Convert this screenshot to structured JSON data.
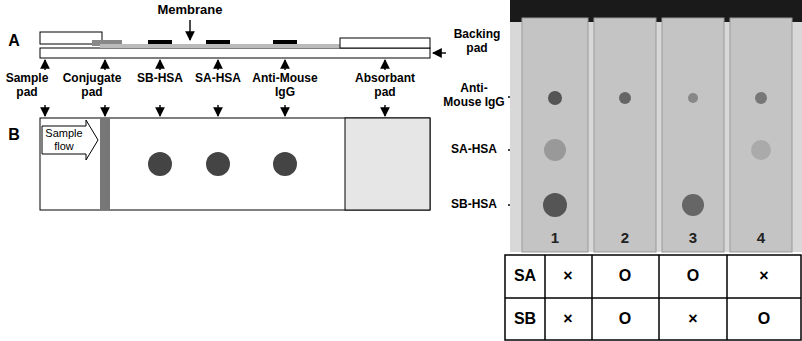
{
  "diagram": {
    "nodes": [
      {
        "text": [
          "1"
        ]
      },
      {
        "text": [
          "2"
        ]
      },
      {
        "text": [
          "3"
        ]
      },
      {
        "text": [
          "4"
        ]
      }
    ],
    "labels": [
      "Membrane",
      "Backing pad",
      "A",
      "Sample pad",
      "Conjugate pad",
      "SB-HSA",
      "SA-HSA",
      "Anti-Mouse IgG",
      "Absorbant pad",
      "B",
      "Sample flow",
      "Anti-Mouse IgG",
      "SA-HSA",
      "SB-HSA",
      "SA",
      "×",
      "O",
      "O",
      "×",
      "SB",
      "×",
      "O",
      "×",
      "O"
    ]
  }
}
